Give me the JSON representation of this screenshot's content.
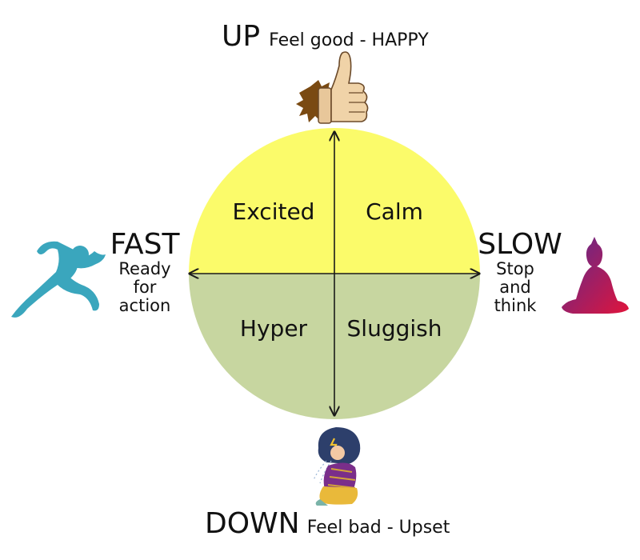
{
  "up": {
    "title": "UP",
    "desc": "Feel good - HAPPY"
  },
  "down": {
    "title": "DOWN",
    "desc": "Feel bad - Upset"
  },
  "fast": {
    "title": "FAST",
    "lines": [
      "Ready",
      "for",
      "action"
    ]
  },
  "slow": {
    "title": "SLOW",
    "lines": [
      "Stop",
      "and",
      "think"
    ]
  },
  "quadrants": {
    "top_left": "Excited",
    "top_right": "Calm",
    "bottom_left": "Hyper",
    "bottom_right": "Sluggish"
  },
  "colors": {
    "top_half": "#fbfb6a",
    "bottom_half": "#c7d6a0",
    "axis": "#1a1a1a",
    "runner": "#3aa6bd",
    "buddha_start": "#5b2a8e",
    "buddha_end": "#e0143c"
  },
  "icons": [
    "thumbs-up-icon",
    "runner-icon",
    "buddha-icon",
    "sad-person-icon"
  ]
}
